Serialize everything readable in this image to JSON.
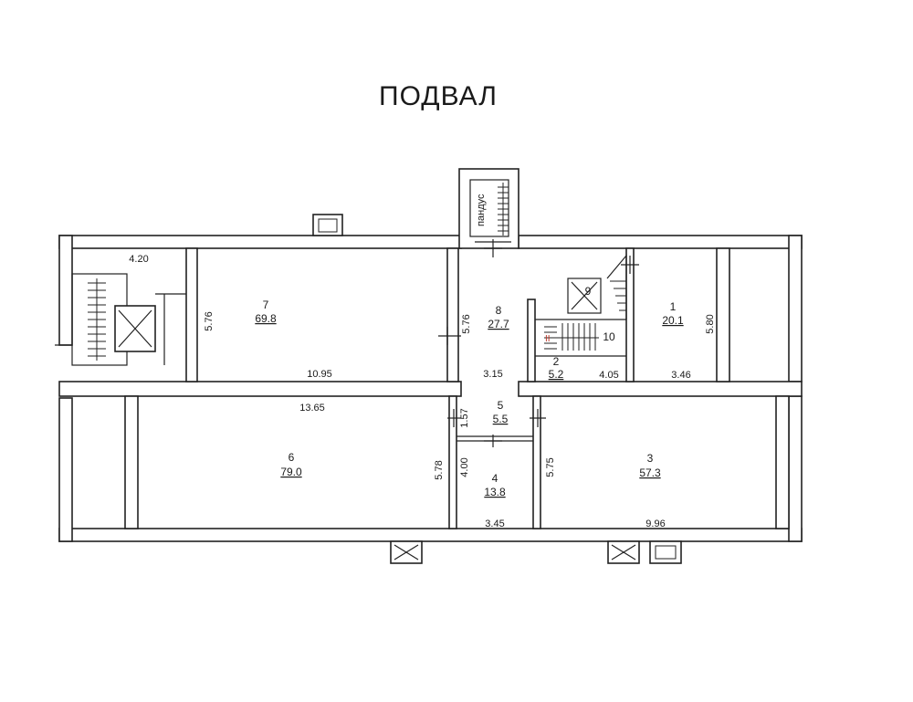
{
  "title": "ПОДВАЛ",
  "rooms": [
    {
      "num": "1",
      "area": "20.1"
    },
    {
      "num": "2",
      "area": "5.2"
    },
    {
      "num": "3",
      "area": "57.3"
    },
    {
      "num": "4",
      "area": "13.8"
    },
    {
      "num": "5",
      "area": "5.5"
    },
    {
      "num": "6",
      "area": "79.0"
    },
    {
      "num": "7",
      "area": "69.8"
    },
    {
      "num": "8",
      "area": "27.7"
    },
    {
      "num": "9",
      "area": ""
    },
    {
      "num": "10",
      "area": ""
    }
  ],
  "dims": {
    "d420": "4.20",
    "d576a": "5.76",
    "d1095": "10.95",
    "d576b": "5.76",
    "d315": "3.15",
    "d405": "4.05",
    "d346": "3.46",
    "d580": "5.80",
    "d1365": "13.65",
    "d157": "1.57",
    "d578": "5.78",
    "d400": "4.00",
    "d575": "5.75",
    "d345": "3.45",
    "d996": "9.96"
  },
  "labels": {
    "ramp": "пандус",
    "stair_mark": "II"
  }
}
